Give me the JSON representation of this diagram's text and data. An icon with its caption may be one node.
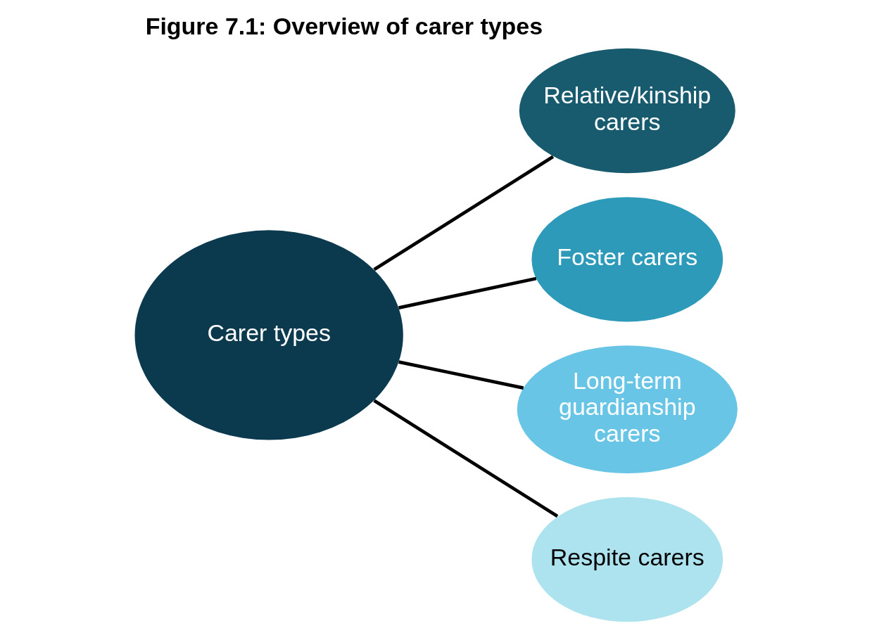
{
  "diagram": {
    "title": "Figure 7.1: Overview of carer types",
    "nodes": [
      {
        "text": [
          "Carer types"
        ]
      },
      {
        "text": [
          "Relative/kinship carers"
        ]
      },
      {
        "text": [
          "Foster carers"
        ]
      },
      {
        "text": [
          "Long-term guardianship carers"
        ]
      },
      {
        "text": [
          "Respite carers"
        ]
      }
    ],
    "edges": [
      {
        "from": 0,
        "to": 1,
        "arrow": "none"
      },
      {
        "from": 0,
        "to": 2,
        "arrow": "none"
      },
      {
        "from": 0,
        "to": 3,
        "arrow": "none"
      },
      {
        "from": 0,
        "to": 4,
        "arrow": "none"
      }
    ]
  }
}
